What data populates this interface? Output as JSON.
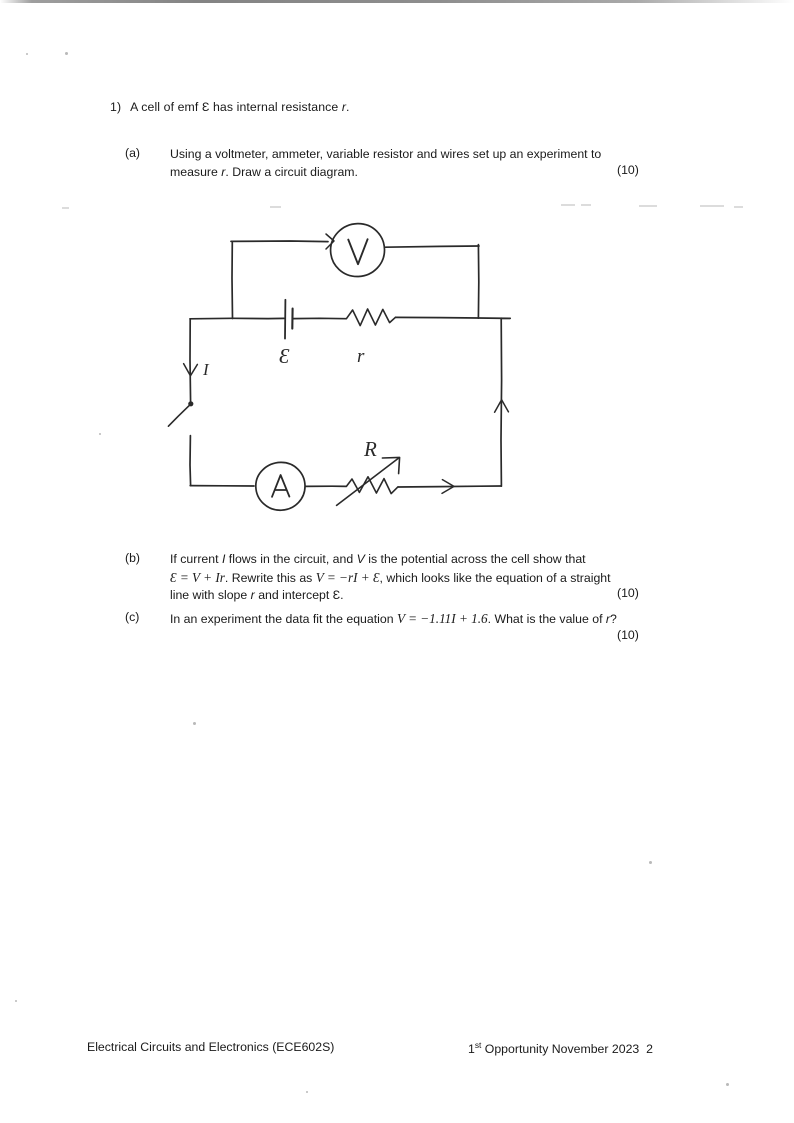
{
  "document": {
    "question_number": "1)",
    "question_stem_pre": "A cell of emf ",
    "question_stem_emf": "Ɛ",
    "question_stem_post_1": " has internal resistance ",
    "question_stem_var": "r",
    "question_stem_post_2": "."
  },
  "parts": {
    "a": {
      "label": "(a)",
      "line1": "Using a voltmeter, ammeter, variable resistor and wires set up an experiment to",
      "line2_pre": "measure ",
      "line2_var": "r",
      "line2_post": ". Draw a circuit diagram.",
      "marks": "(10)"
    },
    "b": {
      "label": "(b)",
      "line1_pre": "If current ",
      "line1_var_i": "I",
      "line1_mid": " flows in the circuit, and ",
      "line1_var_v": "V",
      "line1_post": " is the potential across the cell show that",
      "eq1": "Ɛ = V + Ir",
      "line2_mid": ". Rewrite this as ",
      "eq2": "V = −rI + Ɛ",
      "line2_post": ", which looks like the equation of a straight",
      "line3_pre": "line with slope ",
      "line3_var": "r",
      "line3_mid": " and intercept ",
      "line3_emf": "Ɛ",
      "line3_post": ".",
      "marks": "(10)"
    },
    "c": {
      "label": "(c)",
      "line1_pre": "In an experiment the data fit the equation ",
      "eq1": "V = −1.11I + 1.6",
      "line1_mid": ". What is the value of ",
      "line1_var": "r",
      "line1_post": "?",
      "marks": "(10)"
    }
  },
  "diagram": {
    "title": "hand-drawn-circuit-diagram",
    "voltmeter_label": "V",
    "ammeter_label": "A",
    "emf_label": "Ɛ",
    "internal_resistance_label": "r",
    "variable_resistor_label": "R",
    "current_label": "I"
  },
  "footer": {
    "course": "Electrical Circuits and Electronics (ECE602S)",
    "opportunity_prefix": "1",
    "opportunity_sup": "st",
    "opportunity_rest": " Opportunity November 2023",
    "page_number": "2"
  }
}
